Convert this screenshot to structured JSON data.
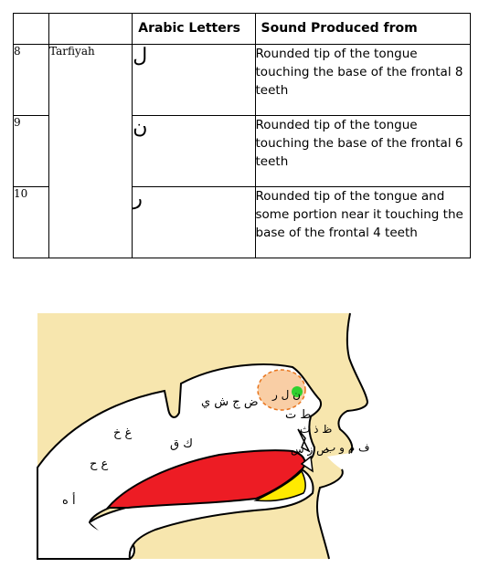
{
  "table": {
    "headers": {
      "num": "",
      "name": "",
      "letters": "Arabic Letters",
      "sound": "Sound Produced from"
    },
    "group_name": "Tarfiyah",
    "rows": [
      {
        "num": "8",
        "letter": "ل",
        "sound": "Rounded tip of the tongue touching the base of the frontal 8 teeth"
      },
      {
        "num": "9",
        "letter": "ن",
        "sound": "Rounded tip of the tongue touching the base of the frontal 6 teeth"
      },
      {
        "num": "10",
        "letter": "ر",
        "sound": "Rounded tip of the tongue and some portion near it touching the base of the frontal 4 teeth"
      }
    ]
  },
  "diagram": {
    "labels": {
      "throat_deep": "أ ه",
      "throat_mid": "ع ح",
      "throat_top": "غ خ",
      "uvula": "ك ق",
      "palate": "ض ج ش ي",
      "highlight": "ن ل ر",
      "teeth_top": "ط ت",
      "teeth_mid": "ظ ذ ث",
      "lips": "ف م و ب",
      "sibilants": "ص ز س"
    },
    "colors": {
      "skin": "#f7e6ae",
      "tongue": "#ed1c24",
      "lower_lip": "#ffea00",
      "highlight_fill": "#f8c99b",
      "highlight_border": "#e8741c",
      "point": "#2fd02f"
    }
  }
}
